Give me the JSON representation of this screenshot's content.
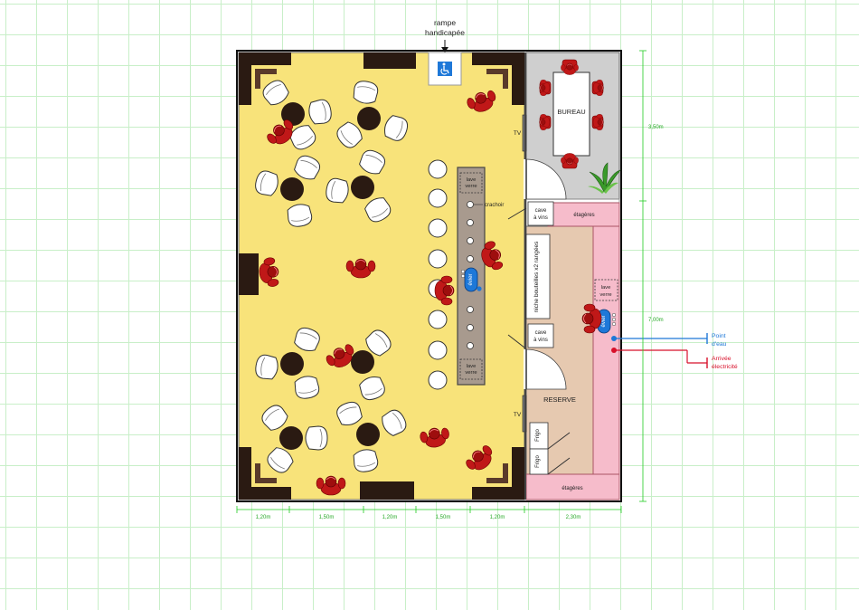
{
  "labels": {
    "ramp_line1": "rampe",
    "ramp_line2": "handicapée",
    "bureau": "BUREAU",
    "tv_top": "TV",
    "tv_bottom": "TV",
    "crachoir": "crachoir",
    "lave_verre_1_l1": "lave",
    "lave_verre_1_l2": "verre",
    "lave_verre_2_l1": "lave",
    "lave_verre_2_l2": "verre",
    "lave_verre_3_l1": "lave",
    "lave_verre_3_l2": "verre",
    "evier_bar": "évier",
    "evier_reserve": "évier",
    "cave_1_l1": "cave",
    "cave_1_l2": "à vins",
    "cave_2_l1": "cave",
    "cave_2_l2": "à vins",
    "etageres_top": "étagères",
    "etageres_bottom": "étagères",
    "niche": "niche bouteilles x2 rangées",
    "reserve": "RESERVE",
    "frigo_1": "Frigo",
    "frigo_2": "Frigo",
    "point_eau_l1": "Point",
    "point_eau_l2": "d'eau",
    "elec_l1": "Arrivée",
    "elec_l2": "électricité"
  },
  "dimensions": {
    "bottom": [
      "1,20m",
      "1,50m",
      "1,20m",
      "1,50m",
      "1,20m",
      "2,30m"
    ],
    "right_top": "3,50m",
    "right_bottom": "7,00m"
  },
  "colors": {
    "grid": "#c8efc8",
    "salle": "#f8e37a",
    "bureau": "#cfcfcf",
    "reserve": "#e6c9b0",
    "shelves": "#f6bccb",
    "bar": "#a89a8e",
    "wall": "#2a1a12",
    "people": "#c01818",
    "water": "#1e78d8",
    "electric": "#d8102a",
    "dimension": "#22cc22"
  },
  "icons": [
    "wheelchair-icon",
    "plant-icon",
    "arrow-down-icon"
  ]
}
